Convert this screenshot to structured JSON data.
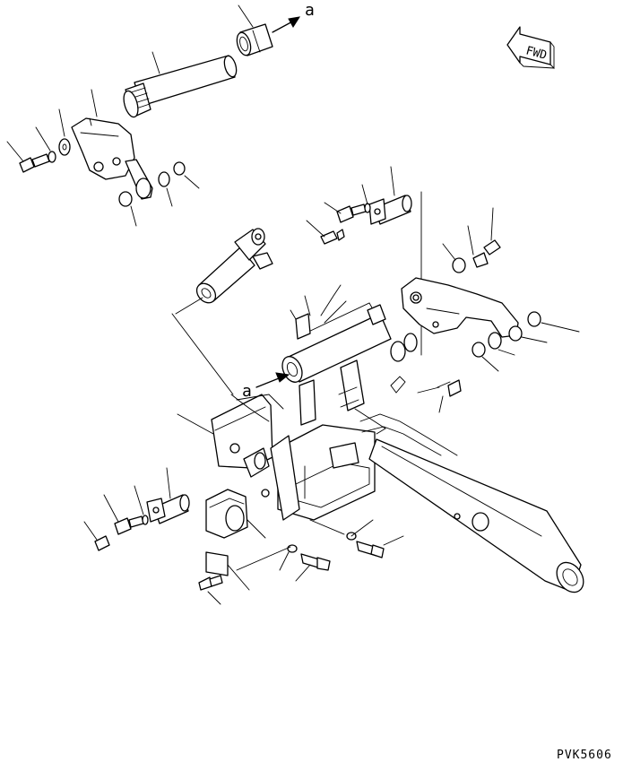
{
  "diagram": {
    "callout_letter_top": "a",
    "callout_letter_mid": "a",
    "direction_label": "FWD",
    "drawing_code": "PVK5606"
  },
  "icons": {
    "direction_arrow": "fwd-arrow-icon"
  }
}
